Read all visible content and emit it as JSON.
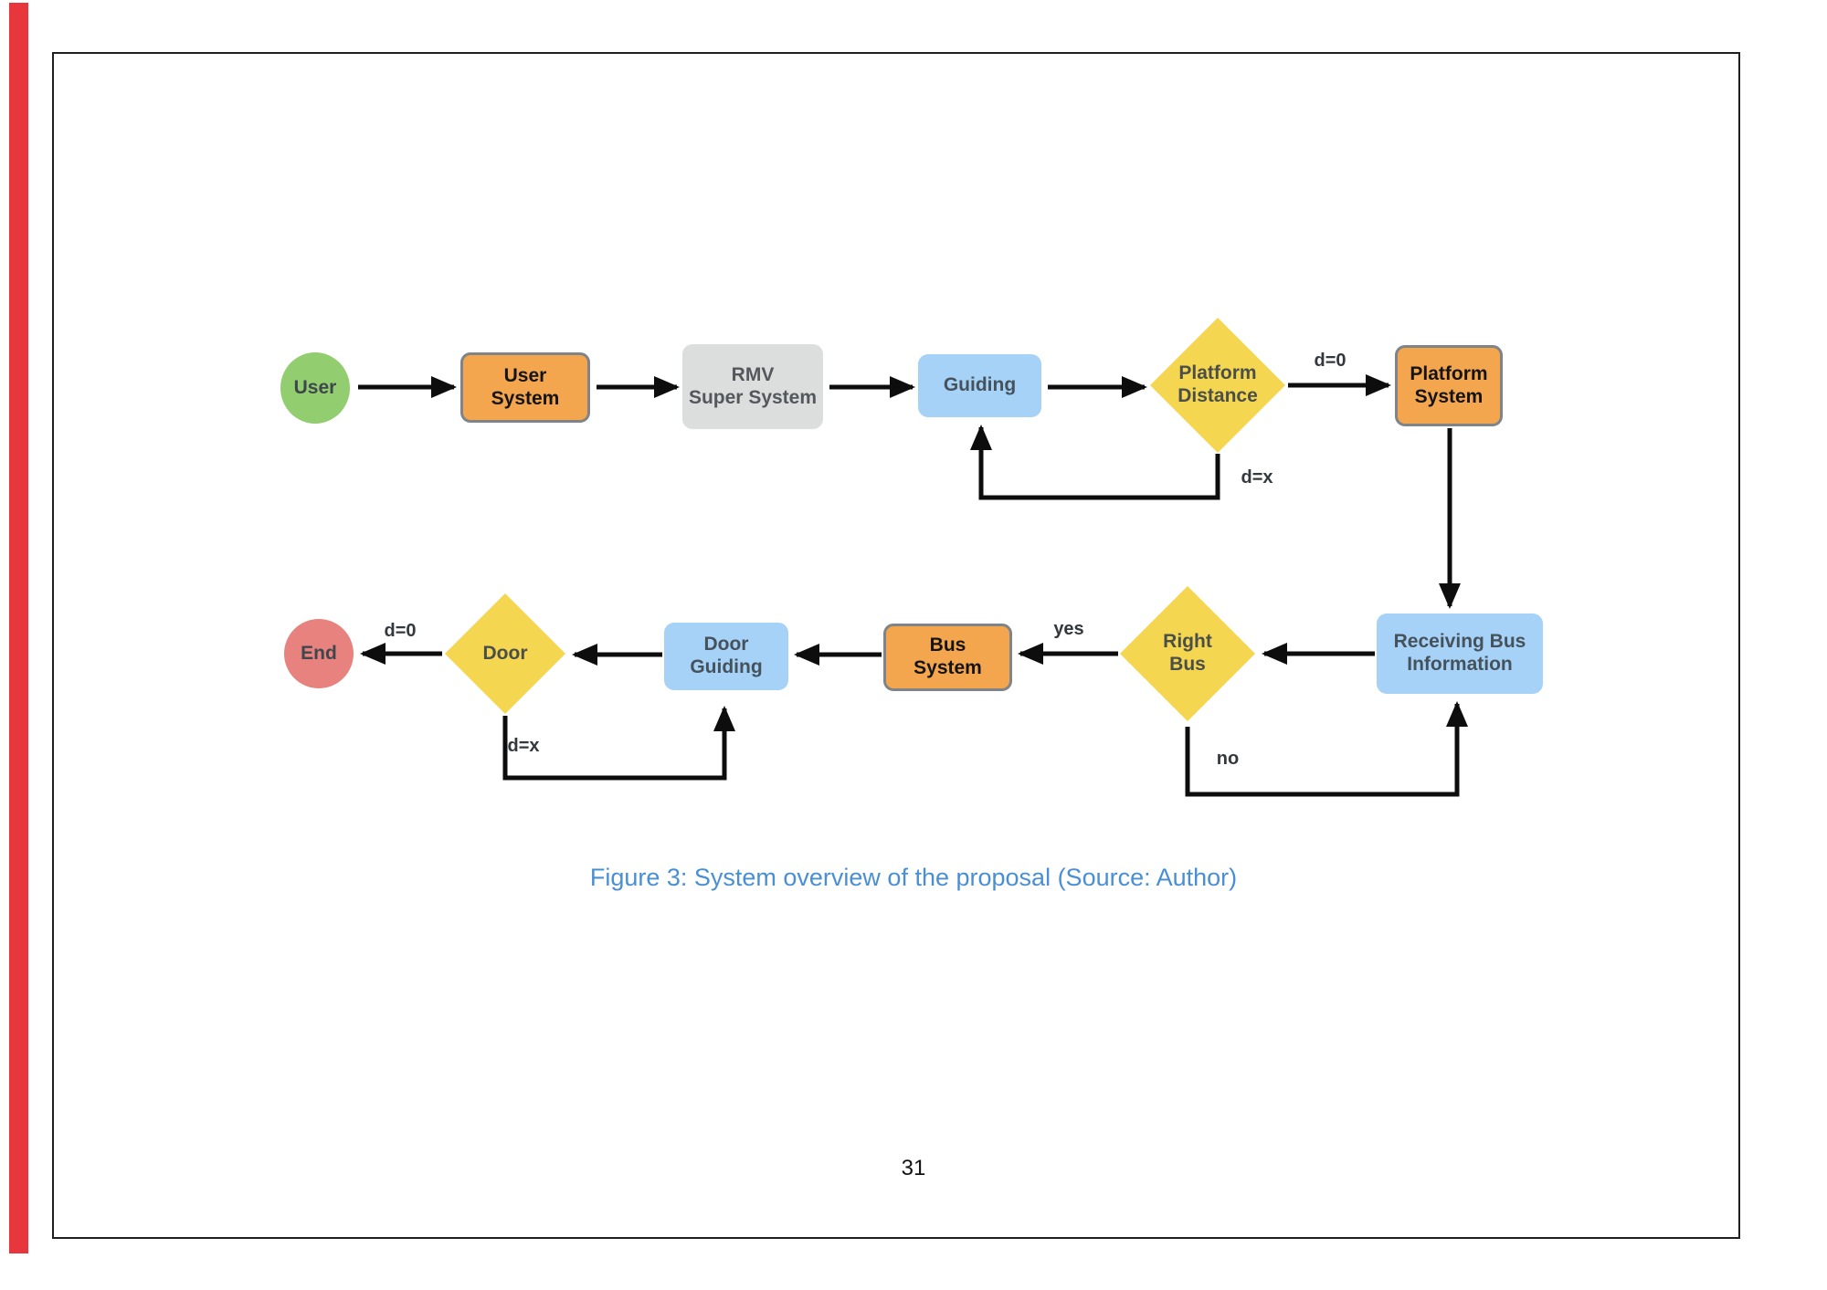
{
  "page": {
    "caption": "Figure 3: System overview of the proposal (Source: Author)",
    "page_number": "31"
  },
  "colors": {
    "start_node": "#92cd70",
    "end_node": "#e8827e",
    "process_orange": "#f4a64e",
    "process_gray": "#dcdddd",
    "process_blue": "#a6d2f7",
    "decision_yellow": "#f5d650",
    "caption_blue": "#4a8fd3",
    "left_strip_red": "#e8373c"
  },
  "diagram": {
    "nodes": {
      "user": "User",
      "user_system": "User\nSystem",
      "rmv_super_system": "RMV\nSuper System",
      "guiding": "Guiding",
      "platform_distance": "Platform\nDistance",
      "platform_system": "Platform\nSystem",
      "receiving_bus_information": "Receiving Bus\nInformation",
      "right_bus": "Right\nBus",
      "bus_system": "Bus\nSystem",
      "door_guiding": "Door\nGuiding",
      "door": "Door",
      "end": "End"
    },
    "edge_labels": {
      "platform_distance_to_platform_system": "d=0",
      "platform_distance_to_guiding": "d=x",
      "right_bus_to_bus_system": "yes",
      "right_bus_to_receiving": "no",
      "door_to_end": "d=0",
      "door_to_door_guiding": "d=x"
    }
  }
}
